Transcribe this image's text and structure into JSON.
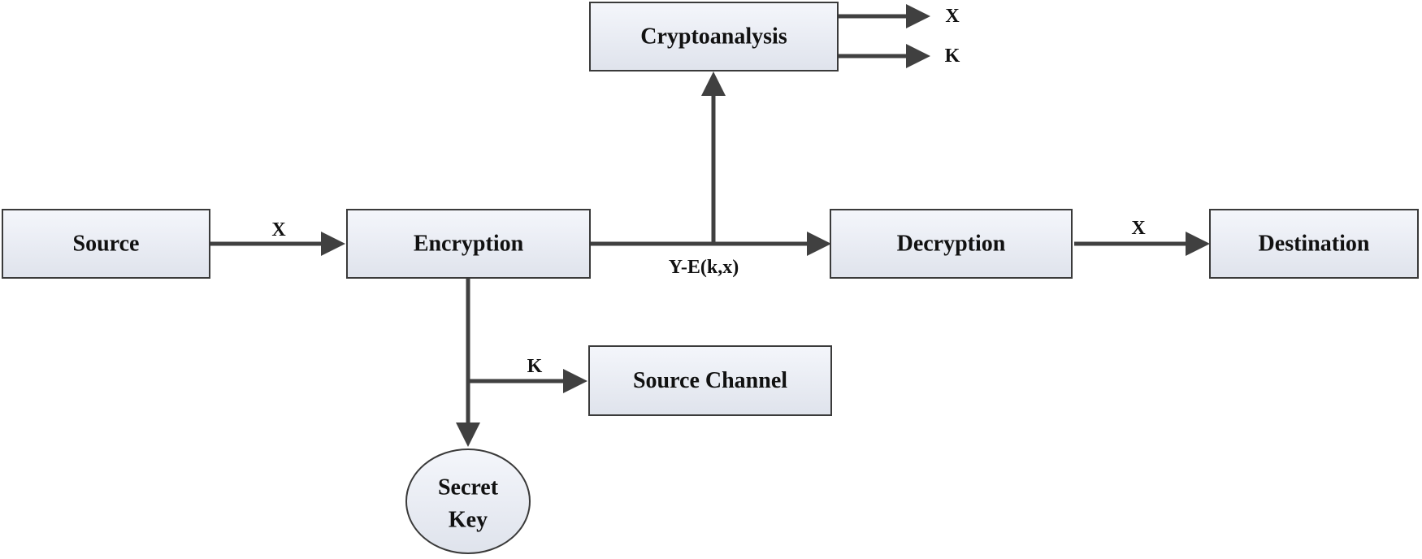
{
  "nodes": {
    "source": "Source",
    "encryption": "Encryption",
    "decryption": "Decryption",
    "destination": "Destination",
    "cryptoanalysis": "Cryptoanalysis",
    "source_channel": "Source Channel",
    "secret_key_line1": "Secret",
    "secret_key_line2": "Key"
  },
  "edge_labels": {
    "source_to_encryption": "X",
    "encryption_to_decryption": "Y-E(k,x)",
    "decryption_to_destination": "X",
    "cryptoanalysis_out_x": "X",
    "cryptoanalysis_out_k": "K",
    "key_to_source_channel": "K"
  },
  "colors": {
    "box_fill_top": "#f4f6fb",
    "box_fill_bottom": "#dfe3ec",
    "stroke": "#3a3a3a",
    "arrow": "#404040"
  }
}
